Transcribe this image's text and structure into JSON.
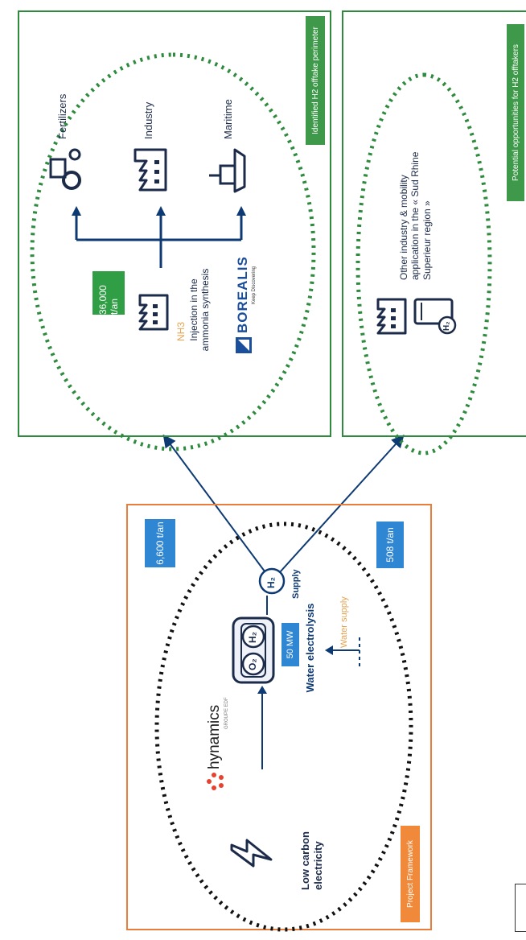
{
  "project_framework": {
    "tag": "Project Framework",
    "supply_total": "6,600 t/an",
    "supply_other": "508 t/an",
    "electricity_label": "Low carbon electricity",
    "brand_name": "hynamics",
    "brand_sub": "GROUPE EDF",
    "electrolysis_capacity": "50 MW",
    "electrolysis_label": "Water electrolysis",
    "water_supply_label": "Water supply",
    "supply_label": "Supply",
    "h2_label": "H₂",
    "o2_label": "O₂"
  },
  "offtake_identified": {
    "tag": "Identified H2 offtake perimeter",
    "volume": "36,000 t/an",
    "nh3_label": "NH3",
    "injection_label": "Injection in the ammonia synthesis",
    "company_name": "BOREALIS",
    "company_tagline": "Keep Discovering",
    "uses": [
      {
        "label": "Fertilizers",
        "icon": "tractor-icon"
      },
      {
        "label": "Industry",
        "icon": "factory-icon"
      },
      {
        "label": "Maritime",
        "icon": "ship-icon"
      }
    ]
  },
  "offtake_potential": {
    "tag": "Potential opportunities for H2 offtakers",
    "description": "Other industry & mobility application in the « Sud Rhine Superieur region »",
    "h2_label": "H₂"
  },
  "colors": {
    "orange": "#e97d3b",
    "green": "#2e8b3e",
    "blue": "#2f86d2",
    "navy": "#0e3a74"
  }
}
